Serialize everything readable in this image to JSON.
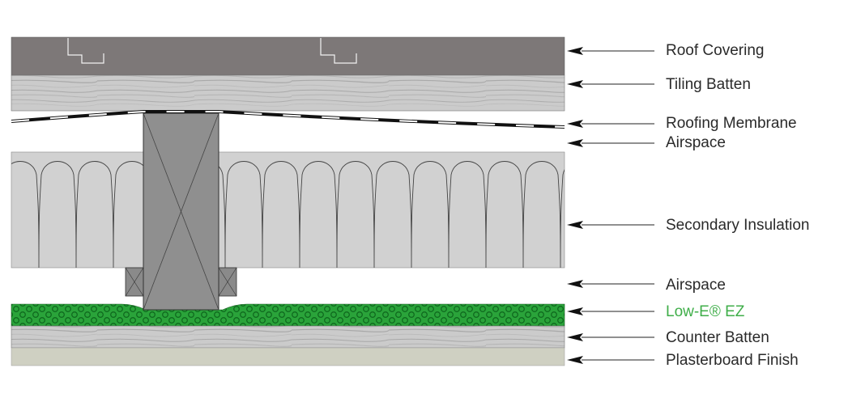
{
  "colors": {
    "roof_covering": "#7d7878",
    "timber": "#c9c9c9",
    "insulation": "#d1d1d1",
    "rafter": "#8f8f8f",
    "low_e": "#2fa83c",
    "plasterboard": "#cfd0c2",
    "label": "#2a2a2a",
    "label_highlight": "#3fae49"
  },
  "labels": [
    {
      "id": "roof-covering",
      "text": "Roof Covering"
    },
    {
      "id": "tiling-batten",
      "text": "Tiling Batten"
    },
    {
      "id": "roofing-membrane",
      "text": "Roofing Membrane"
    },
    {
      "id": "airspace-upper",
      "text": "Airspace"
    },
    {
      "id": "secondary-insulation",
      "text": "Secondary Insulation"
    },
    {
      "id": "airspace-lower",
      "text": "Airspace"
    },
    {
      "id": "low-e-ez",
      "text": "Low-E® EZ",
      "highlight": true
    },
    {
      "id": "counter-batten",
      "text": "Counter Batten"
    },
    {
      "id": "plasterboard-finish",
      "text": "Plasterboard Finish"
    }
  ]
}
